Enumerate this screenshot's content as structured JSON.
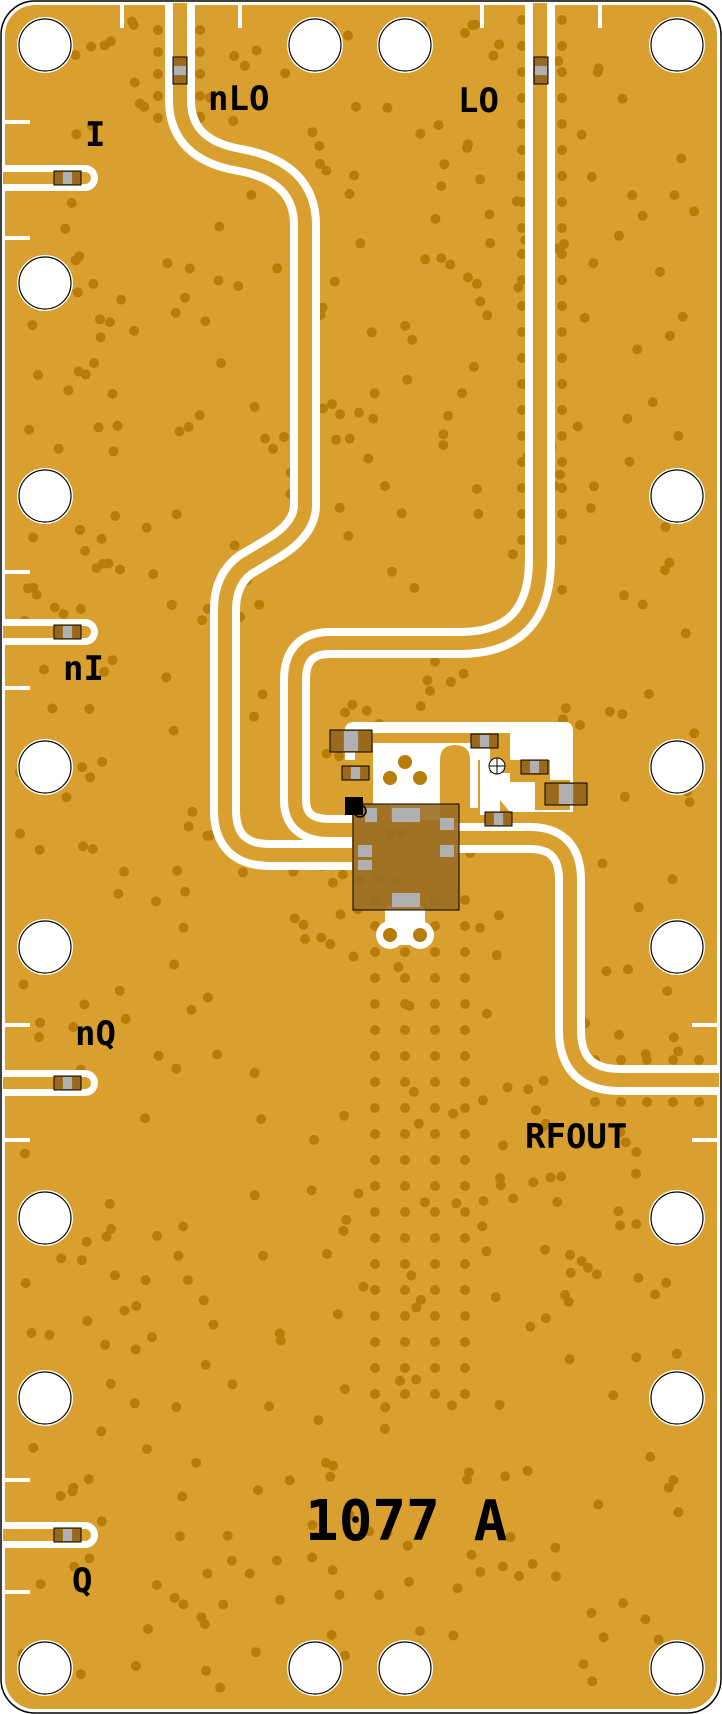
{
  "board": {
    "part_number": "1077 A",
    "colors": {
      "copper": "#D9A030",
      "via": "#B87C08",
      "gap": "#FFFFFF",
      "outline": "#000000",
      "component": "#9A6A1C",
      "component_pad": "#B0B0B0",
      "ic": "#9A6D22"
    }
  },
  "ports": [
    {
      "id": "I",
      "label": "I"
    },
    {
      "id": "nI",
      "label": "nI"
    },
    {
      "id": "nQ",
      "label": "nQ"
    },
    {
      "id": "Q",
      "label": "Q"
    },
    {
      "id": "nLO",
      "label": "nLO"
    },
    {
      "id": "LO",
      "label": "LO"
    },
    {
      "id": "RFOUT",
      "label": "RFOUT"
    }
  ]
}
